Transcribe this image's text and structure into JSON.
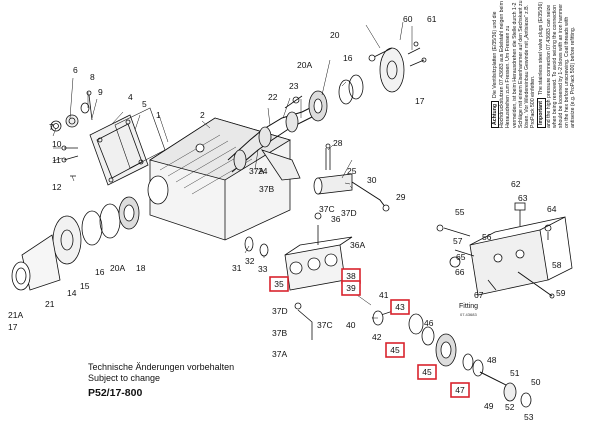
{
  "note": {
    "header": "Achtung",
    "header_en": "Important",
    "text_de": "Die Ventilsitzplatten (E/35/36) und die Hochdruckstutzen 07.43683 aus Edelstahl neigen beim Herausdrehen zum Fressen. Um Fressen zu vermeiden, ist beim Herausdrehen die Stelle durch 1-2 Schläge mit einem Eisenhammer auf den Sechskant zu lösen. Vor Wiedereinbau Gewinde mit „Antisieze“ z.B. ProPack 500 einfetten.",
    "text_en": "The stainless steel valve plugs (E/35/36) and the high pressure connection 07.43683 can seize when being removed. To avoid seizing the connection should be loosened by 1-2 blows with an iron hammer on the hex before unscrewing. Coat threads with antiseize (e.g. ProPack 500) before refitting."
  },
  "footer": {
    "line1": "Technische Änderungen vorbehalten",
    "line2": "Subject to change",
    "model": "P52/17-800"
  },
  "fitting": {
    "label": "Fitting",
    "part": "07.43683"
  },
  "part_labels": [
    {
      "text": "1"
    },
    {
      "text": "2"
    },
    {
      "text": "4"
    },
    {
      "text": "5"
    },
    {
      "text": "6"
    },
    {
      "text": "7"
    },
    {
      "text": "8"
    },
    {
      "text": "9"
    },
    {
      "text": "10"
    },
    {
      "text": "11"
    },
    {
      "text": "12"
    },
    {
      "text": "14"
    },
    {
      "text": "15"
    },
    {
      "text": "16"
    },
    {
      "text": "16"
    },
    {
      "text": "17"
    },
    {
      "text": "17"
    },
    {
      "text": "18"
    },
    {
      "text": "20"
    },
    {
      "text": "20A"
    },
    {
      "text": "20A"
    },
    {
      "text": "21"
    },
    {
      "text": "21A"
    },
    {
      "text": "22"
    },
    {
      "text": "23"
    },
    {
      "text": "24"
    },
    {
      "text": "25"
    },
    {
      "text": "28"
    },
    {
      "text": "29"
    },
    {
      "text": "30"
    },
    {
      "text": "31"
    },
    {
      "text": "32"
    },
    {
      "text": "33"
    },
    {
      "text": "36"
    },
    {
      "text": "36A"
    },
    {
      "text": "37A"
    },
    {
      "text": "37A"
    },
    {
      "text": "37B"
    },
    {
      "text": "37B"
    },
    {
      "text": "37C"
    },
    {
      "text": "37C"
    },
    {
      "text": "37D"
    },
    {
      "text": "37D"
    },
    {
      "text": "40"
    },
    {
      "text": "41"
    },
    {
      "text": "42"
    },
    {
      "text": "46"
    },
    {
      "text": "48"
    },
    {
      "text": "49"
    },
    {
      "text": "50"
    },
    {
      "text": "51"
    },
    {
      "text": "52"
    },
    {
      "text": "53"
    },
    {
      "text": "55"
    },
    {
      "text": "56"
    },
    {
      "text": "57"
    },
    {
      "text": "58"
    },
    {
      "text": "59"
    },
    {
      "text": "60"
    },
    {
      "text": "61"
    },
    {
      "text": "62"
    },
    {
      "text": "63"
    },
    {
      "text": "64"
    },
    {
      "text": "65"
    },
    {
      "text": "66"
    },
    {
      "text": "67"
    }
  ],
  "highlighted_labels": [
    {
      "text": "35"
    },
    {
      "text": "38"
    },
    {
      "text": "39"
    },
    {
      "text": "43"
    },
    {
      "text": "45"
    },
    {
      "text": "45"
    },
    {
      "text": "47"
    }
  ],
  "colors": {
    "highlight": "#d9232d",
    "ink": "#111111",
    "background": "#ffffff"
  }
}
